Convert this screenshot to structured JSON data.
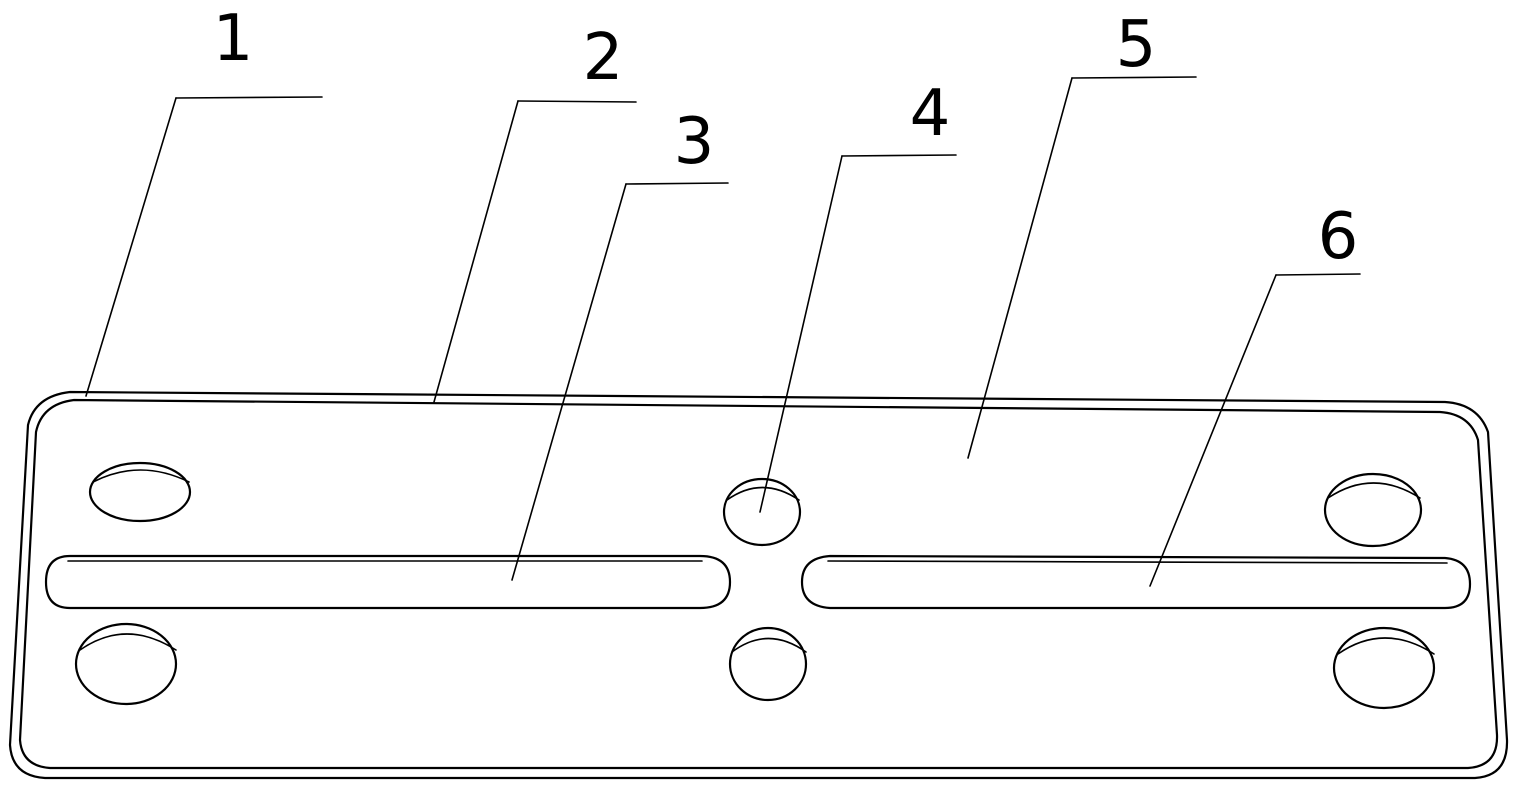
{
  "figure": {
    "callouts": [
      {
        "id": "callout-1",
        "label": "1"
      },
      {
        "id": "callout-2",
        "label": "2"
      },
      {
        "id": "callout-3",
        "label": "3"
      },
      {
        "id": "callout-4",
        "label": "4"
      },
      {
        "id": "callout-5",
        "label": "5"
      },
      {
        "id": "callout-6",
        "label": "6"
      }
    ]
  }
}
